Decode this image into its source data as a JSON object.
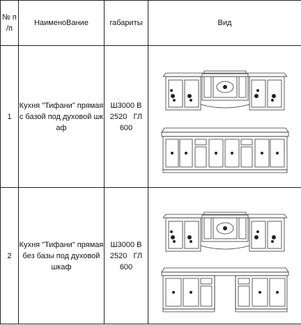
{
  "headers": {
    "num_line1": "№ п",
    "num_line2": "/п",
    "name": "НаименоВание",
    "dimensions": "габариты",
    "view": "Вид"
  },
  "rows": [
    {
      "num": "1",
      "name": "Кухня \"Тифани\" прямая с базой под духовой шкаф",
      "dim_line1": "Ш3000 В",
      "dim_line2": "2520   ГЛ",
      "dim_line3": "600",
      "drawing": "kitchen-with-oven-base-drawing"
    },
    {
      "num": "2",
      "name": "Кухня \"Тифани\" прямая без базы под духовой шкаф",
      "dim_line1": "Ш3000 В",
      "dim_line2": "2520   ГЛ",
      "dim_line3": "600",
      "drawing": "kitchen-without-oven-base-drawing"
    }
  ]
}
